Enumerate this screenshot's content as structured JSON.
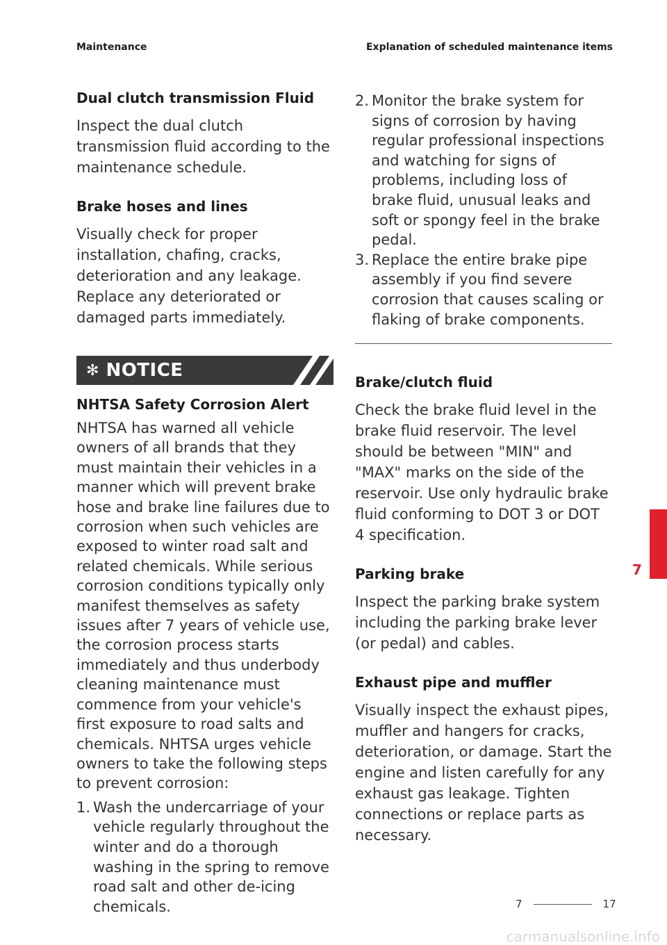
{
  "header": {
    "left": "Maintenance",
    "right": "Explanation of scheduled maintenance items"
  },
  "left": {
    "dct_title": "Dual clutch transmission Fluid",
    "dct_text": "Inspect the dual clutch transmission fluid according to the maintenance schedule.",
    "hoses_title": "Brake hoses and lines",
    "hoses_text": "Visually check for proper installation, chafing, cracks, deterioration and any leakage. Replace any deteriorated or damaged parts immediately.",
    "notice": {
      "icon": "snowflake-icon",
      "label": "NOTICE",
      "alert_title": "NHTSA Safety Corrosion Alert",
      "alert_text": "NHTSA has warned all vehicle owners of all brands that they must maintain their vehicles in a manner which will prevent brake hose and brake line failures due to corrosion when such vehicles are exposed to winter road salt and related chemicals. While serious corrosion conditions typically only manifest themselves as safety issues after 7 years of vehicle use, the corrosion process starts immediately and thus underbody cleaning maintenance must commence from your vehicle's first exposure to road salts and chemicals. NHTSA urges vehicle owners to take the following steps to prevent corrosion:",
      "steps": [
        {
          "num": "1.",
          "text": "Wash the undercarriage of your vehicle regularly throughout the winter and do a thorough washing in the spring to remove road salt and other de-icing chemicals."
        },
        {
          "num": "2.",
          "text": "Monitor the brake system for signs of corrosion by having regular professional inspections and watching for signs of problems, including loss of brake fluid, unusual leaks and soft or spongy feel in the brake pedal."
        },
        {
          "num": "3.",
          "text": "Replace the entire brake pipe assembly if you find severe corrosion that causes scaling or flaking of brake components."
        }
      ]
    }
  },
  "right": {
    "fluid_title": "Brake/clutch fluid",
    "fluid_text": "Check the brake fluid level in the brake fluid reservoir. The level should be between \"MIN\" and \"MAX\" marks on the side of the reservoir. Use only hydraulic brake fluid conforming to DOT 3 or DOT 4 specification.",
    "parking_title": "Parking brake",
    "parking_text": "Inspect the parking brake system including the parking brake lever (or pedal) and cables.",
    "exhaust_title": "Exhaust pipe and muffler",
    "exhaust_text": "Visually inspect the exhaust pipes, muffler and hangers for cracks, deterioration, or damage. Start the engine and listen carefully for any exhaust gas leakage. Tighten connections or replace parts as necessary."
  },
  "side_tab": "7",
  "footer": {
    "chapter": "7",
    "page": "17"
  },
  "watermark": "carmanualsonline.info",
  "colors": {
    "accent": "#e0202d",
    "notice_bar": "#3a3a3a"
  }
}
